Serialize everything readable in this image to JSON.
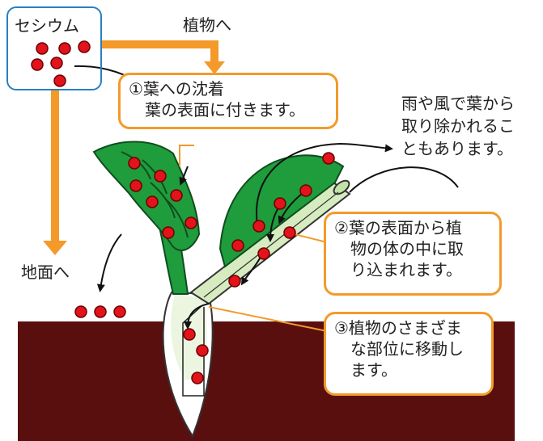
{
  "cesium_box": {
    "title": "セシウム"
  },
  "labels": {
    "to_plant": "植物へ",
    "to_ground": "地面へ",
    "removed": [
      "雨や風で葉から",
      "取り除かれるこ",
      "ともあります。"
    ]
  },
  "steps": [
    {
      "lines": [
        "①葉への沈着",
        "　葉の表面に付きます。"
      ]
    },
    {
      "lines": [
        "②葉の表面から植",
        "　物の体の中に取",
        "　り込まれます。"
      ]
    },
    {
      "lines": [
        "③植物のさまざま",
        "　な部位に移動し",
        "　ます。"
      ]
    }
  ],
  "colors": {
    "arrow_orange": "#f39a2b",
    "box_blue": "#2a7fc1",
    "particle_red": "#e3131b",
    "leaf_green": "#1f9c3c",
    "stem_light_green": "#d6ecc0",
    "soil": "#5a0f0f"
  },
  "icons": [
    "cesium-particle",
    "leaf",
    "stem",
    "root",
    "soil",
    "arrow"
  ]
}
